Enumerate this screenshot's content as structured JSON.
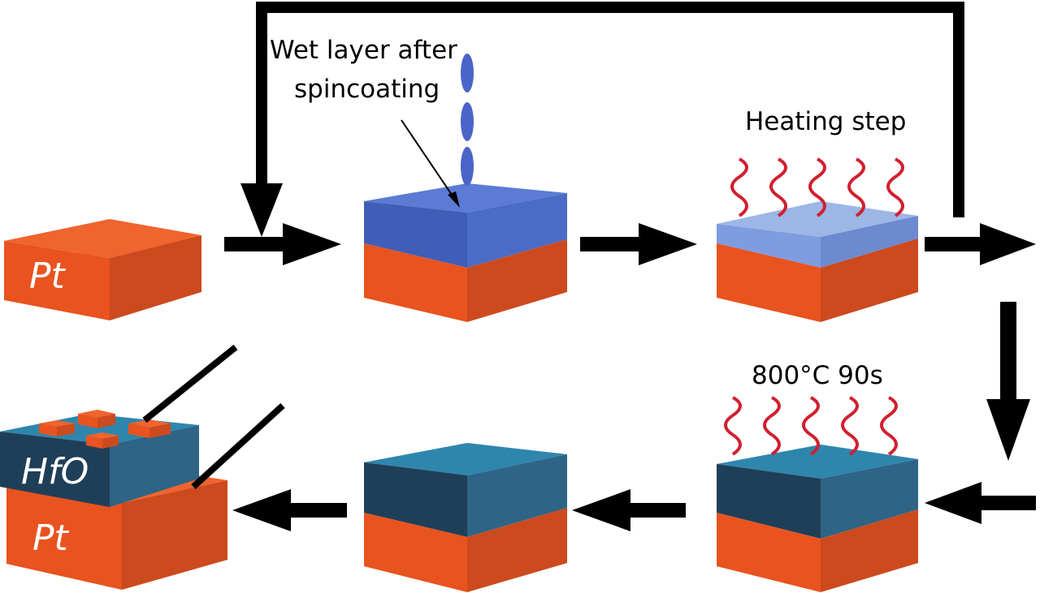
{
  "labels": {
    "wet_layer_line1": "Wet layer  after",
    "wet_layer_line2": "spincoating",
    "heating_step": "Heating step",
    "anneal": "800°C 90s",
    "pt_top": "Pt",
    "pt_bottom": "Pt",
    "hfo": "HfO"
  },
  "colors": {
    "pt_top": "#f0642d",
    "pt_front": "#e8531f",
    "pt_side": "#cc4a1d",
    "wet_top": "#5b7bd4",
    "wet_front": "#3f5eb8",
    "wet_side": "#4a6cc6",
    "heated_top": "#9cb6e6",
    "heated_front": "#7f9ce0",
    "heated_side": "#6d8ad0",
    "hfo_top": "#2e86ad",
    "hfo_front": "#1f3f58",
    "hfo_side": "#2e6486",
    "heat_wave": "#d02030",
    "droplet": "#4a64c8",
    "arrow": "#000000"
  }
}
